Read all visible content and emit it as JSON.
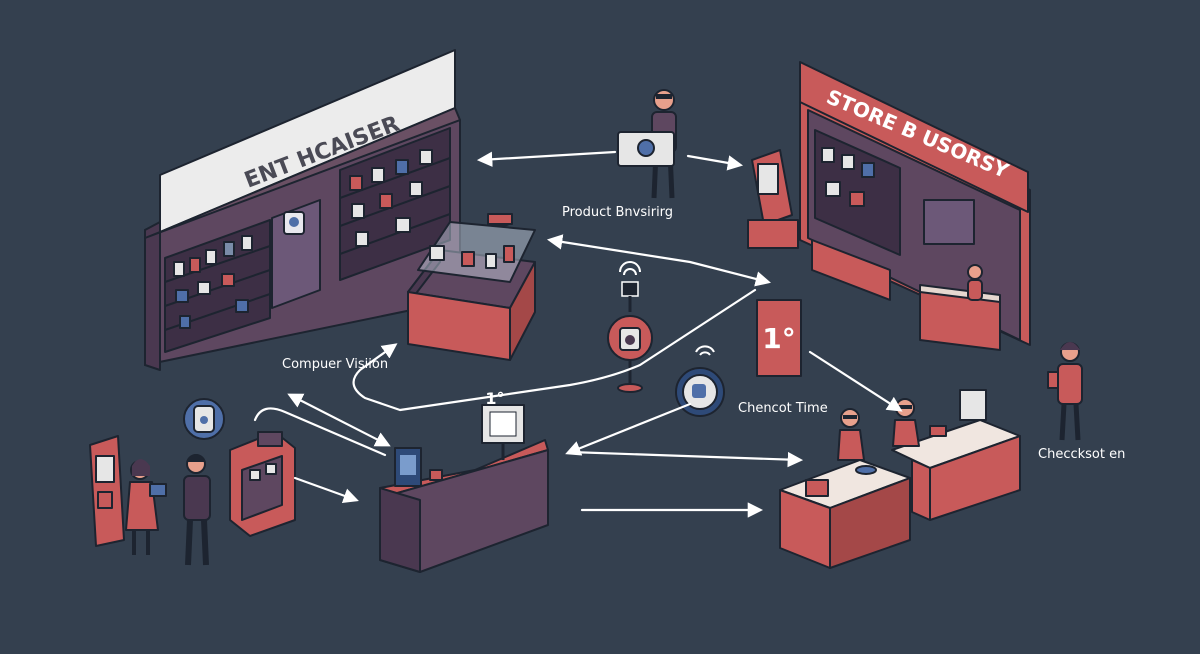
{
  "signs": {
    "left_store": "ENT HCAISER",
    "right_store": "STORE B USORSY"
  },
  "labels": {
    "product_browsing": "Product Bnvsirirg",
    "computer_vision": "Compuer Visiion",
    "checkout_time": "Chencot Time",
    "checkout_en": "Checcksot en"
  },
  "displays": {
    "number_sign": "1°",
    "terminal_screen": "1°"
  },
  "colors": {
    "background": "#34404f",
    "accent_red": "#c85a5a",
    "store_purple": "#5e4760",
    "outline": "#1d2430"
  }
}
